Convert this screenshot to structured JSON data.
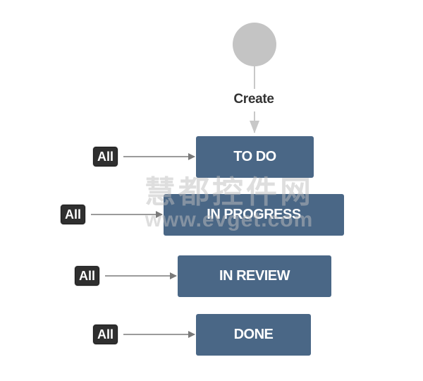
{
  "workflow": {
    "start": {
      "transition_label": "Create"
    },
    "statuses": [
      {
        "id": "todo",
        "label": "TO DO",
        "incoming_badge": "All"
      },
      {
        "id": "in-progress",
        "label": "IN PROGRESS",
        "incoming_badge": "All"
      },
      {
        "id": "in-review",
        "label": "IN REVIEW",
        "incoming_badge": "All"
      },
      {
        "id": "done",
        "label": "DONE",
        "incoming_badge": "All"
      }
    ]
  },
  "watermark": {
    "line1": "慧都控件网",
    "line2": "www.evget.com"
  },
  "colors": {
    "status_fill": "#4a6786",
    "badge_fill": "#2f2f2f",
    "start_node": "#c4c4c4",
    "arrow": "#7a7a7a"
  }
}
